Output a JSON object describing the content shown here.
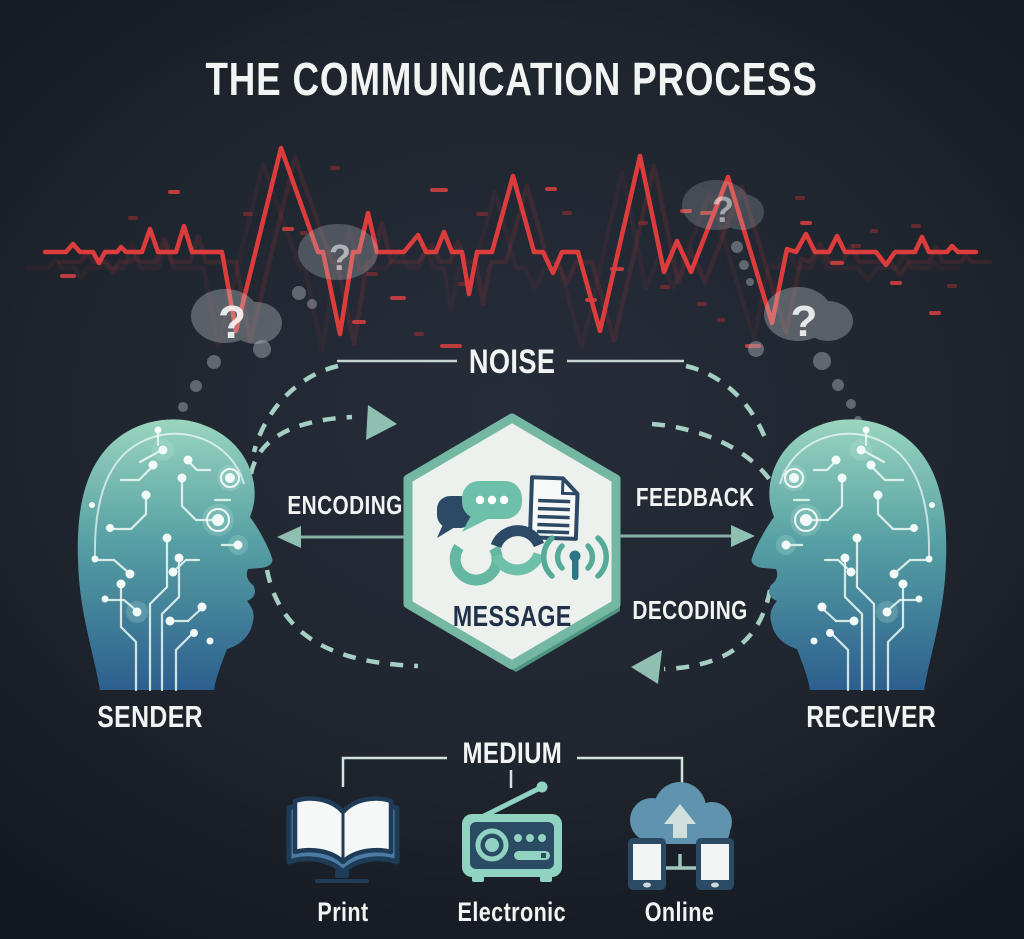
{
  "title": "THE COMMUNICATION PROCESS",
  "stages": {
    "noise": "NOISE",
    "encoding": "ENCODING",
    "feedback": "FEEDBACK",
    "decoding": "DECODING",
    "message": "MESSAGE",
    "sender": "SENDER",
    "receiver": "RECEIVER",
    "medium": "MEDIUM"
  },
  "noise_markers": [
    "?",
    "?",
    "?",
    "?"
  ],
  "mediums": [
    {
      "label": "Print",
      "icon": "open-book-icon"
    },
    {
      "label": "Electronic",
      "icon": "radio-icon"
    },
    {
      "label": "Online",
      "icon": "cloud-devices-icon"
    }
  ],
  "colors": {
    "background": "#20262f",
    "noise_wave_red": "#d93b3b",
    "accent_teal": "#7fbcab",
    "dashed_arc_teal": "#a5cfc2",
    "head_gradient_top": "#9ad5bf",
    "head_gradient_bottom": "#2c5f8e",
    "hexagon_fill": "#edf1ee",
    "hexagon_border": "#74b7a3",
    "text_light": "#f1f4f3",
    "text_dark": "#203048",
    "icon_navy": "#2b4a63",
    "icon_mint": "#8fd3c0",
    "icon_slate_blue": "#4c7ca3",
    "cloud_blue": "#5f93ae"
  }
}
